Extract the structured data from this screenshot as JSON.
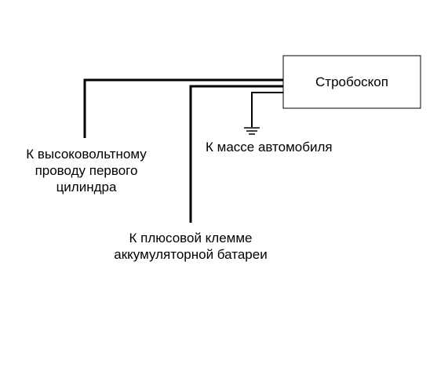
{
  "device": {
    "label": "Стробоскоп"
  },
  "wires": {
    "high_voltage": {
      "label_lines": [
        "К высоковольтному",
        "проводу первого",
        "цилиндра"
      ]
    },
    "positive": {
      "label_lines": [
        "К плюсовой клемме",
        "аккумуляторной батареи"
      ]
    },
    "ground": {
      "label": "К массе автомобиля"
    }
  }
}
